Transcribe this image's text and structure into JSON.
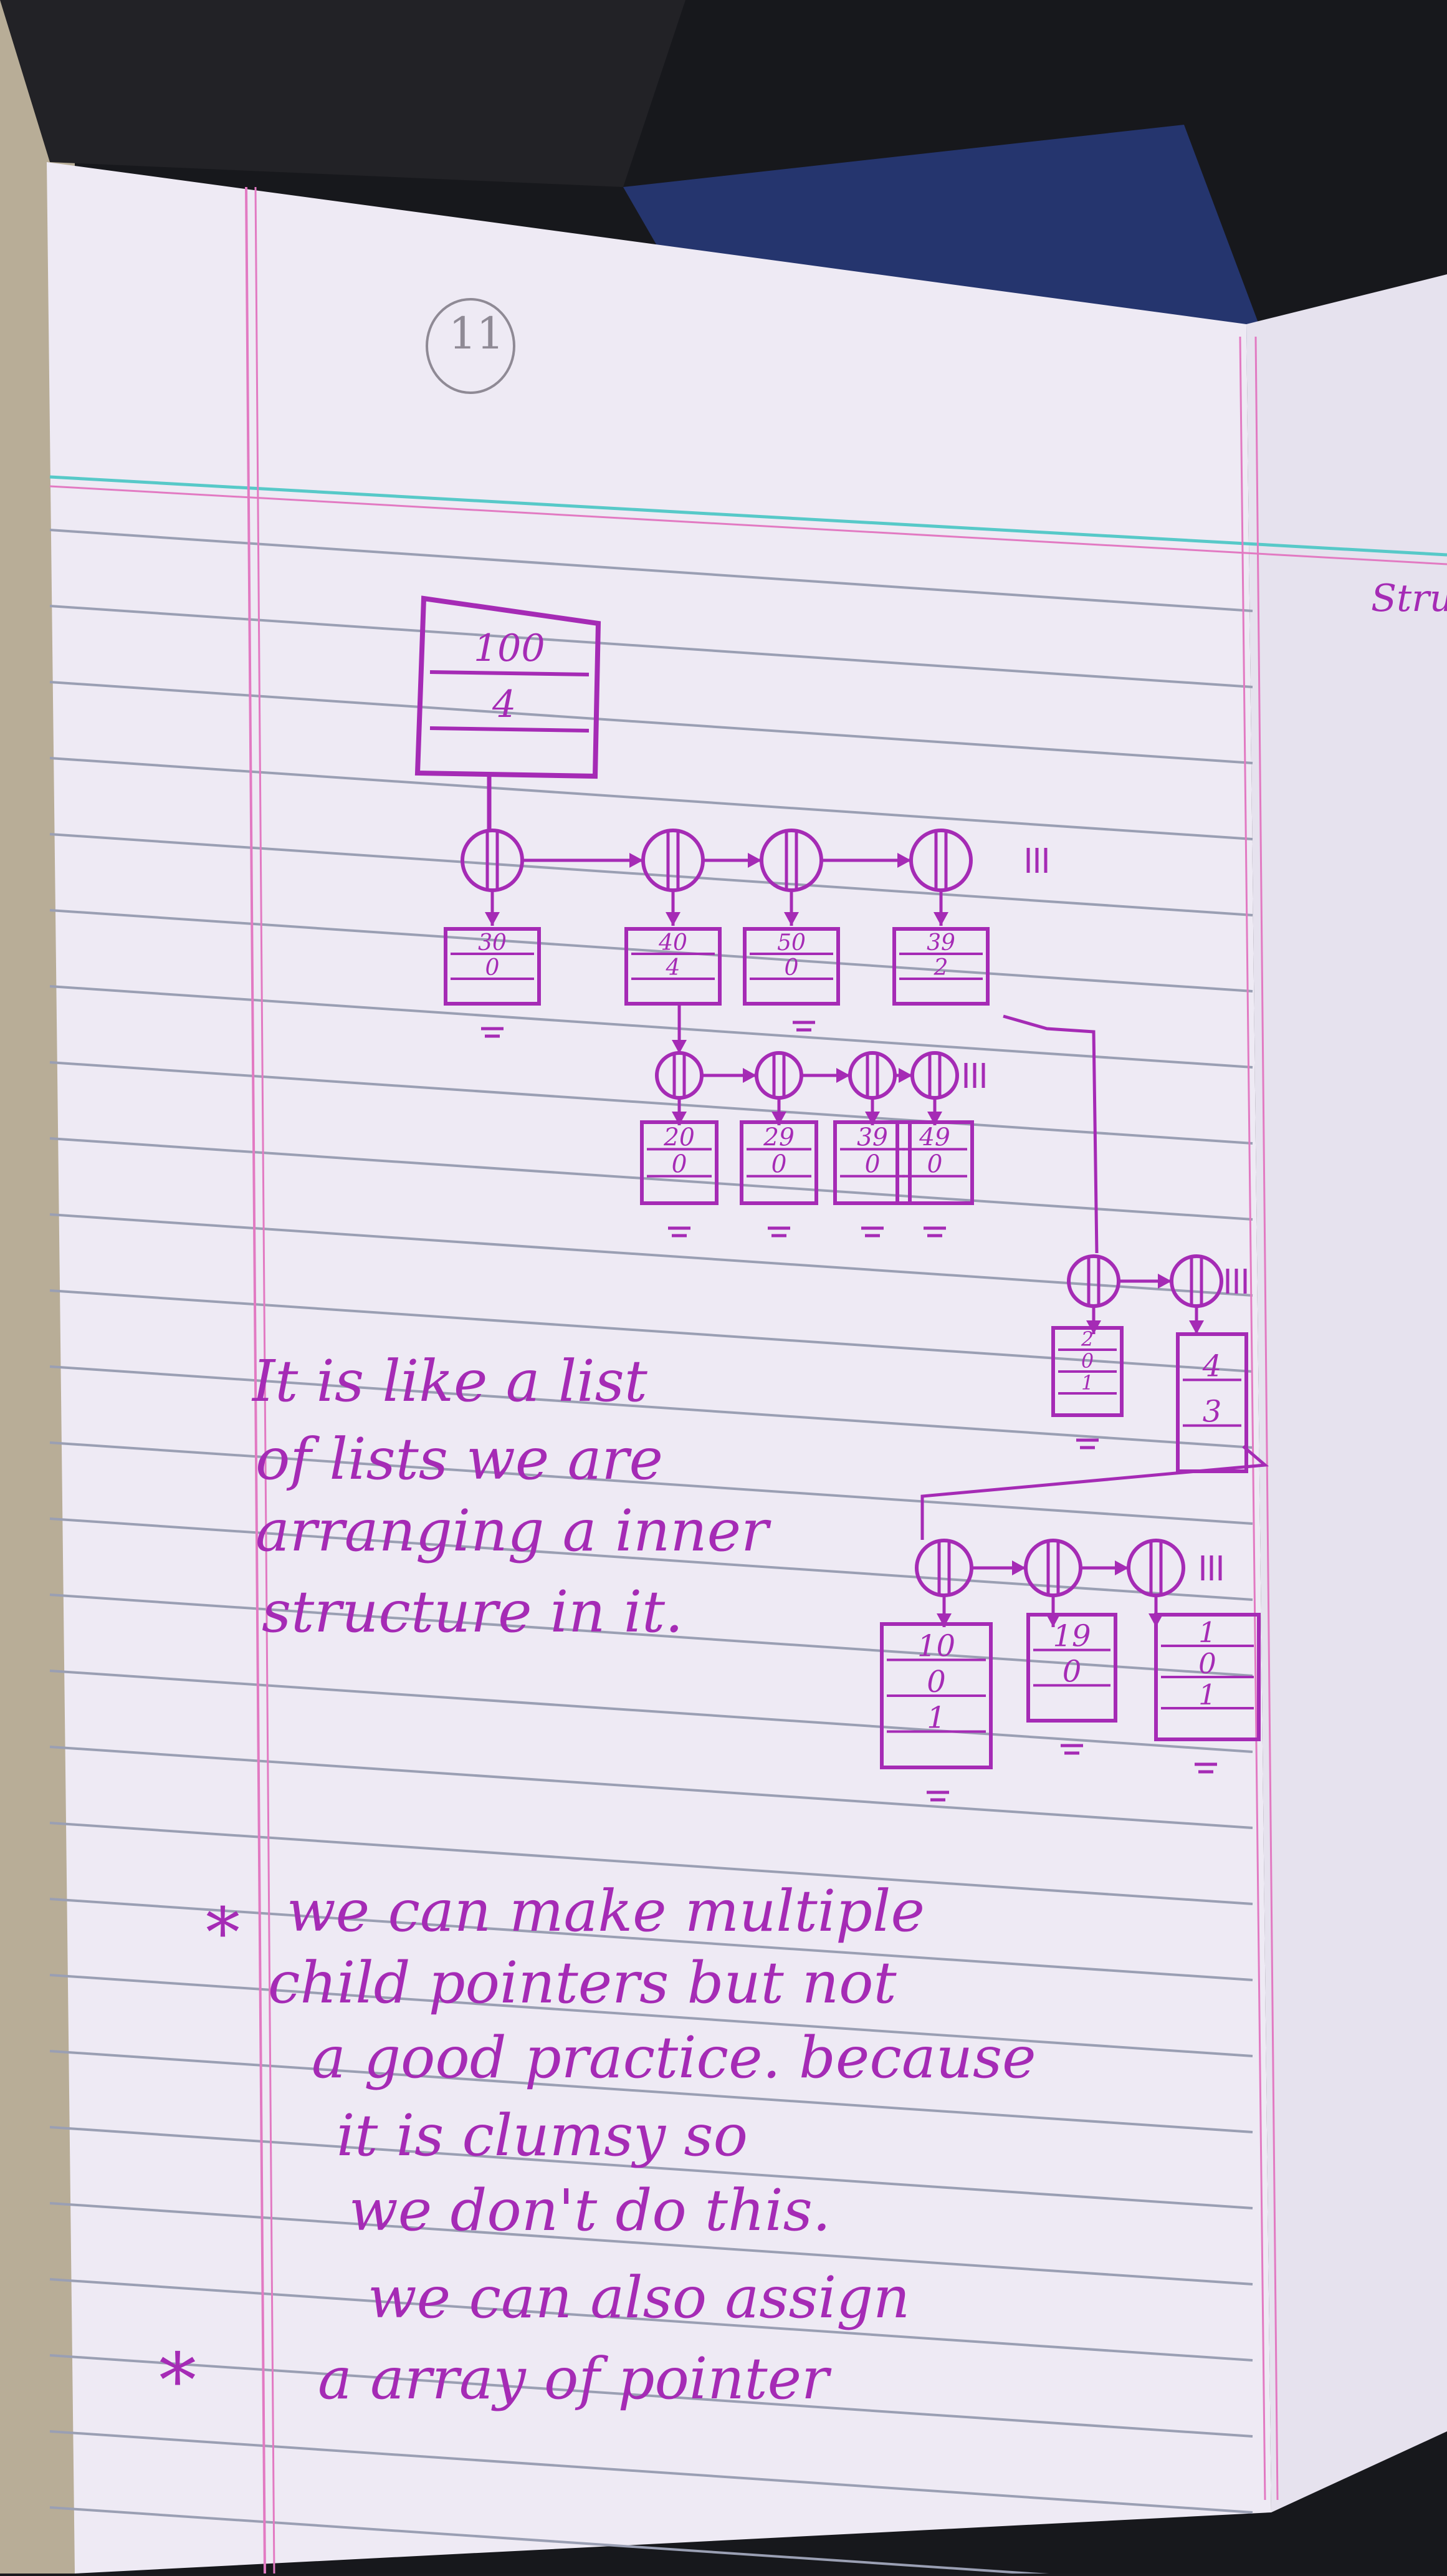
{
  "page": {
    "number": "11",
    "ink_color": "#a52bb5",
    "rule_color": "#9a9fb3",
    "margin_color": "#e27ac2",
    "header_rule_color": "#57c9c8",
    "paper_color": "#eeeaf4"
  },
  "diagram": {
    "header_node": {
      "top": "100",
      "bottom": "4"
    },
    "row1": [
      {
        "top": "30",
        "bottom": "0"
      },
      {
        "top": "40",
        "bottom": "4"
      },
      {
        "top": "50",
        "bottom": "0"
      },
      {
        "top": "39",
        "bottom": "2"
      }
    ],
    "row2": [
      {
        "top": "20",
        "bottom": "0"
      },
      {
        "top": "29",
        "bottom": "0"
      },
      {
        "top": "39",
        "bottom": "0"
      },
      {
        "top": "49",
        "bottom": "0"
      }
    ],
    "row3": [
      {
        "top": "2",
        "bottom": "0",
        "extra": "1"
      },
      {
        "top": "4",
        "bottom": "3"
      }
    ],
    "row4": [
      {
        "top": "10",
        "bottom": "0",
        "extra": "1"
      },
      {
        "top": "19",
        "bottom": "0"
      },
      {
        "top": "1",
        "bottom": "0",
        "extra": "1"
      }
    ]
  },
  "notes": {
    "para1": [
      "It is like a list",
      "of lists we are",
      "arranging a inner",
      "structure in it."
    ],
    "bullet1": [
      "we can make multiple",
      "child pointers but not",
      "a good practice. because",
      "it is clumsy so",
      "we don't do this."
    ],
    "bullet2": [
      "we can also assign",
      "a array of pointer"
    ],
    "bullet_mark": "*",
    "right_page_fragment": "Stru"
  }
}
